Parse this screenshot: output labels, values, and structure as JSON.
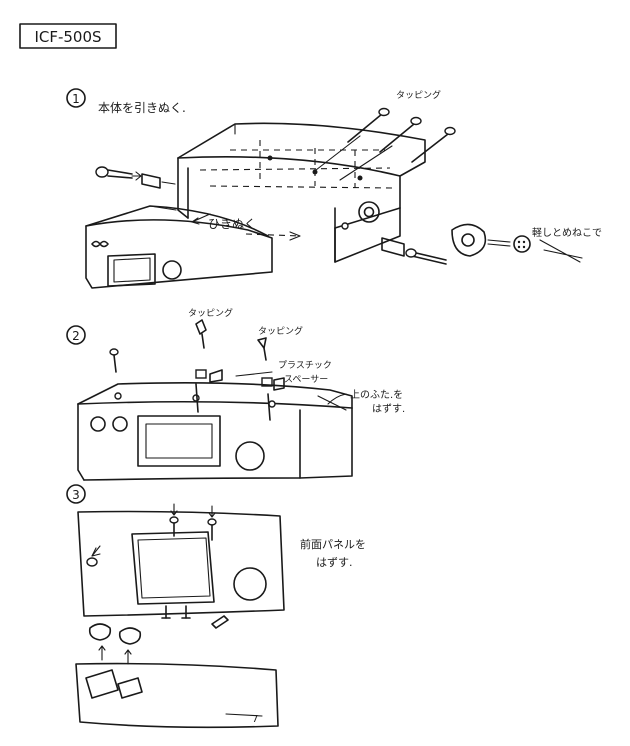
{
  "model": "ICF-500S",
  "steps": [
    {
      "number": "1",
      "title": "本体を引きぬく.",
      "labels": {
        "tapping": "タッピング",
        "pull_out": "ひきぬく",
        "knob": "軽しとめねこで"
      }
    },
    {
      "number": "2",
      "labels": {
        "tapping_left": "タッピング",
        "tapping_right": "タッピング",
        "spacer_line1": "プラスチック",
        "spacer_line2": "スペーサー",
        "cover_line1": "上のふた.を",
        "cover_line2": "はずす."
      }
    },
    {
      "number": "3",
      "labels": {
        "panel_line1": "前面パネルを",
        "panel_line2": "はずす."
      }
    }
  ],
  "page_number": "7"
}
